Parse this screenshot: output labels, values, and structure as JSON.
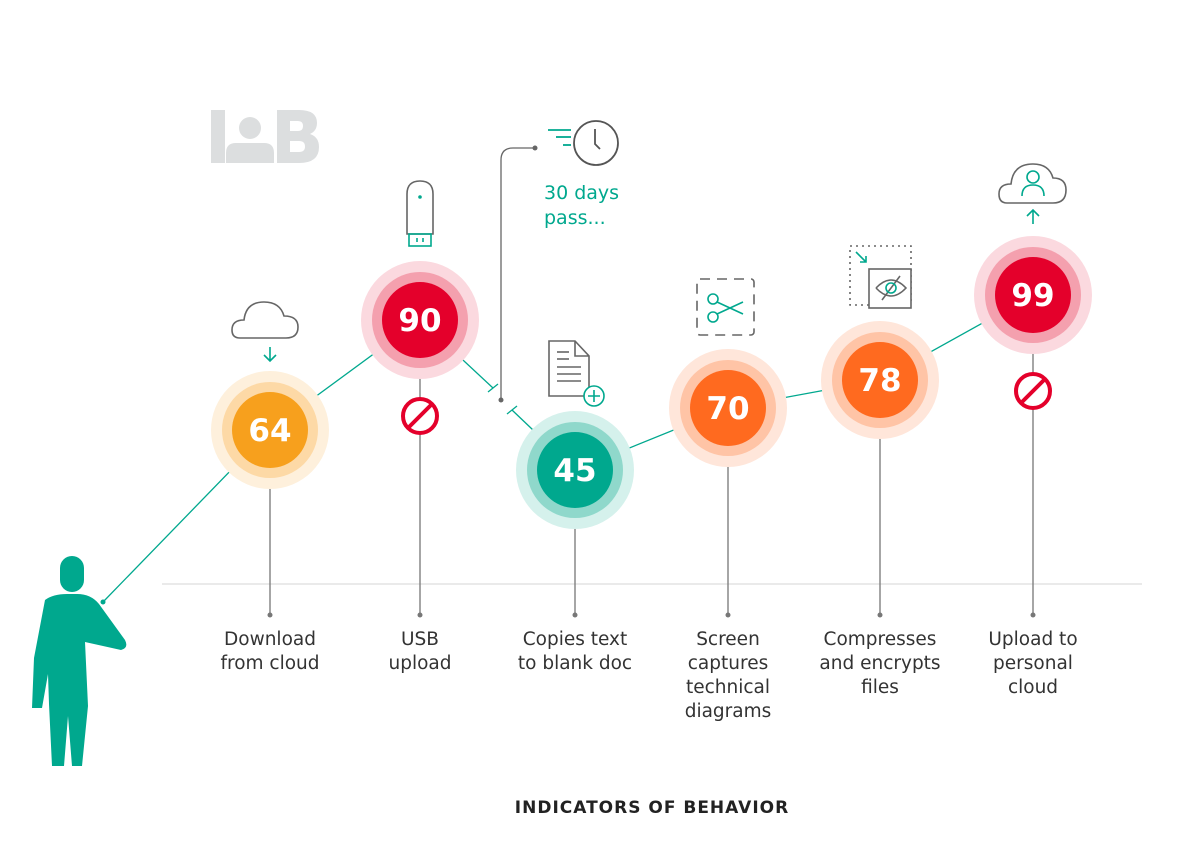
{
  "logo_text": "IOB",
  "annotation": "30 days pass...",
  "annotation_lines": [
    "30 days",
    "pass..."
  ],
  "title": "INDICATORS OF BEHAVIOR",
  "colors": {
    "teal": "#00a88e",
    "red": "#e4002b",
    "amber": "#f7a01d",
    "orange": "#ff6a1f",
    "gray": "#666666",
    "logo": "#dcdedf"
  },
  "nodes": [
    {
      "score": "64",
      "tone": "amber",
      "icon": "cloud-download-icon",
      "blocked": false,
      "label": [
        "Download",
        "from cloud"
      ]
    },
    {
      "score": "90",
      "tone": "red",
      "icon": "usb-drive-icon",
      "blocked": true,
      "label": [
        "USB",
        "upload"
      ]
    },
    {
      "score": "45",
      "tone": "teal",
      "icon": "new-document-icon",
      "blocked": false,
      "label": [
        "Copies text",
        "to blank doc"
      ]
    },
    {
      "score": "70",
      "tone": "orange",
      "icon": "screen-capture-scissors-icon",
      "blocked": false,
      "label": [
        "Screen",
        "captures",
        "technical",
        "diagrams"
      ]
    },
    {
      "score": "78",
      "tone": "orange",
      "icon": "compress-encrypt-icon",
      "blocked": false,
      "label": [
        "Compresses",
        "and encrypts",
        "files"
      ]
    },
    {
      "score": "99",
      "tone": "red",
      "icon": "personal-cloud-upload-icon",
      "blocked": true,
      "label": [
        "Upload to",
        "personal",
        "cloud"
      ]
    }
  ]
}
